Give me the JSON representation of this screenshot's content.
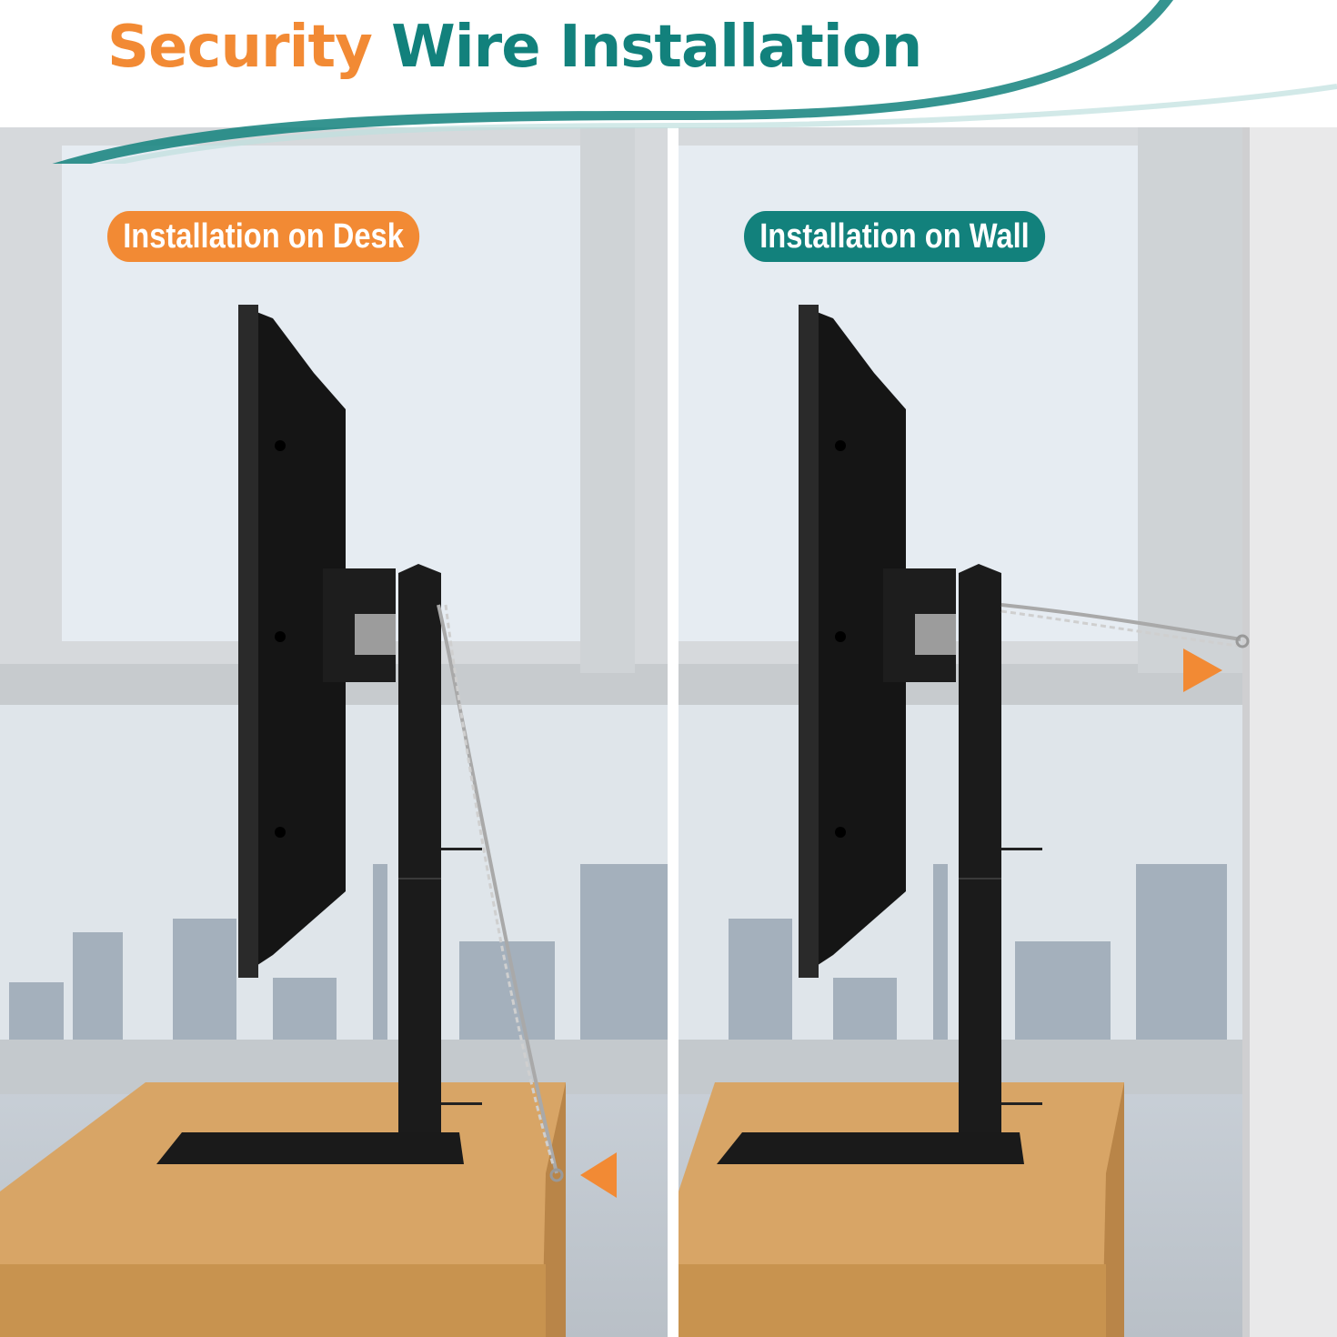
{
  "title": {
    "word1": "Security",
    "word2": "Wire Installation"
  },
  "colors": {
    "accent_orange": "#f28a34",
    "accent_teal": "#12817c"
  },
  "panels": [
    {
      "label": "Installation on Desk"
    },
    {
      "label": "Installation on Wall"
    }
  ]
}
